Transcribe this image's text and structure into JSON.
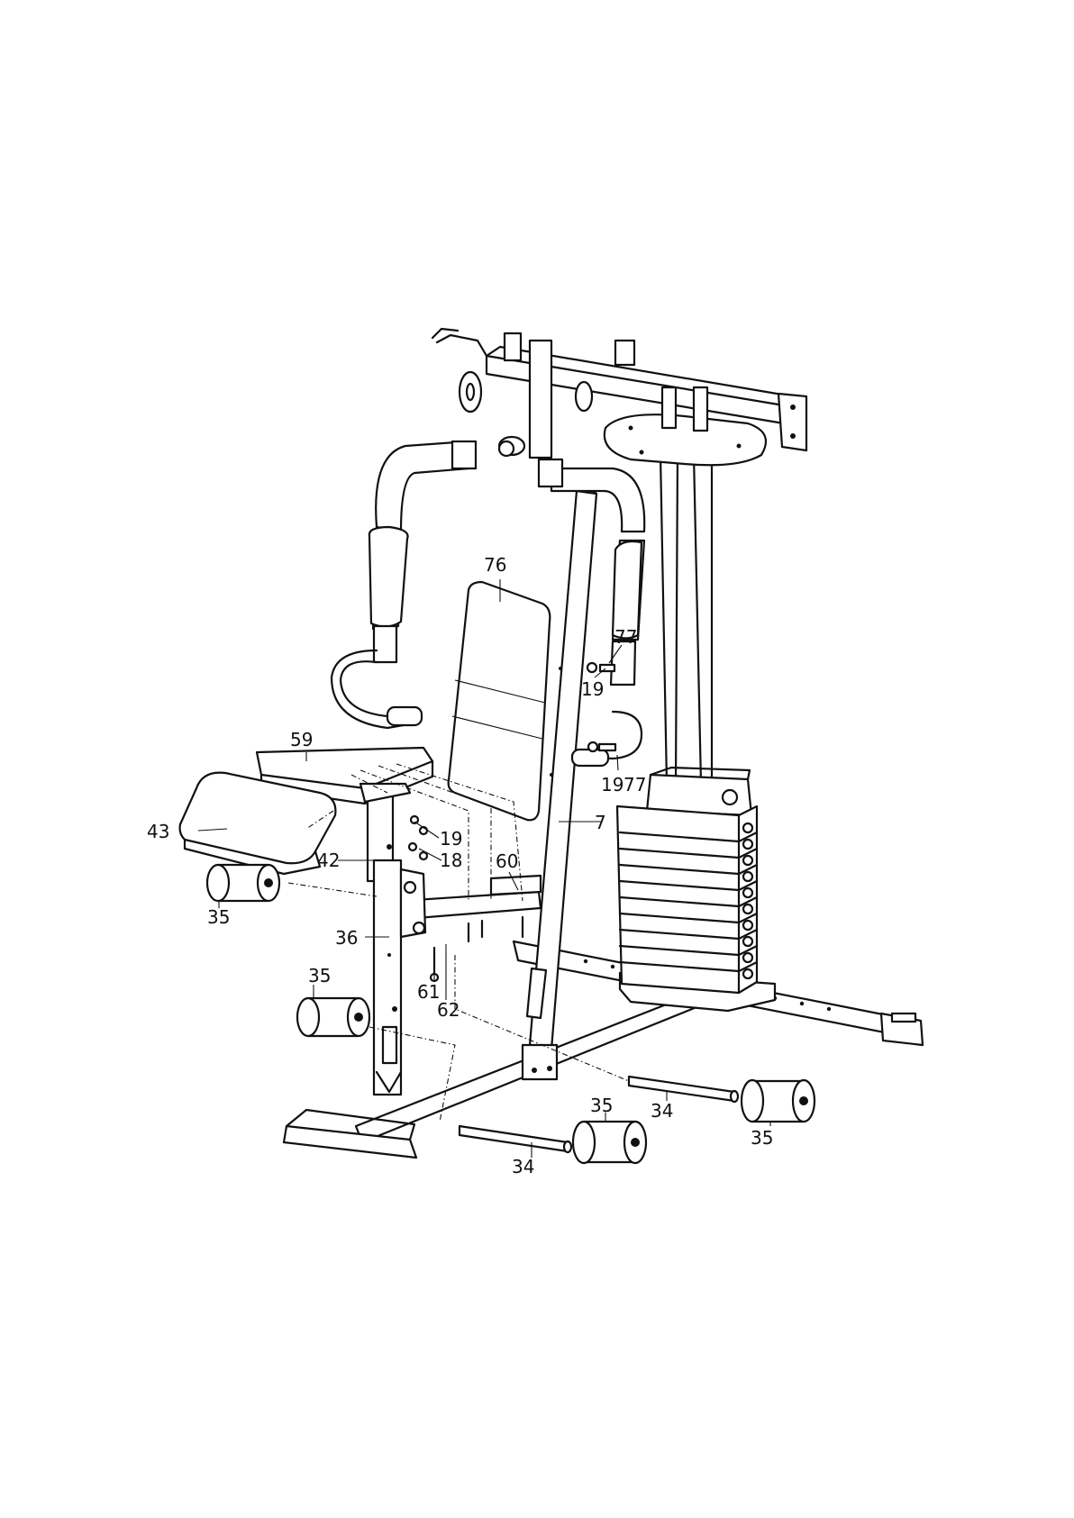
{
  "diagram": {
    "parts": {
      "p76": "76",
      "p77a": "77",
      "p19a": "19",
      "p59": "59",
      "p19b": "19",
      "p77b": "77",
      "p43": "43",
      "p19c": "19",
      "p7": "7",
      "p42": "42",
      "p18": "18",
      "p60": "60",
      "p35a": "35",
      "p36": "36",
      "p35b": "35",
      "p61": "61",
      "p62": "62",
      "p35c": "35",
      "p34a": "34",
      "p35d": "35",
      "p34b": "34"
    }
  }
}
